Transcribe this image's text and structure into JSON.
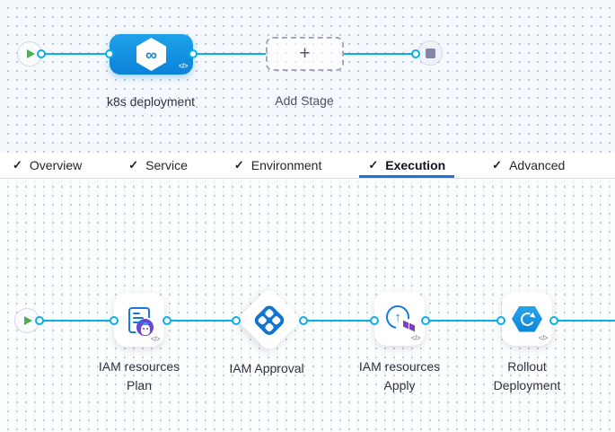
{
  "icons": {
    "check": "✓",
    "plus": "+",
    "code": "</>",
    "infinity": "∞",
    "arrow_up": "↑"
  },
  "top_pipeline": {
    "stage": {
      "label": "k8s deployment"
    },
    "add_stage": {
      "label": "Add Stage"
    }
  },
  "tabs": [
    {
      "label": "Overview",
      "active": false
    },
    {
      "label": "Service",
      "active": false
    },
    {
      "label": "Environment",
      "active": false
    },
    {
      "label": "Execution",
      "active": true
    },
    {
      "label": "Advanced",
      "active": false
    }
  ],
  "execution_flow": {
    "steps": [
      {
        "name": "plan",
        "label_line1": "IAM resources",
        "label_line2": "Plan"
      },
      {
        "name": "approval",
        "label_line1": "IAM Approval",
        "label_line2": ""
      },
      {
        "name": "apply",
        "label_line1": "IAM resources",
        "label_line2": "Apply"
      },
      {
        "name": "rollout",
        "label_line1": "Rollout",
        "label_line2": "Deployment"
      }
    ]
  },
  "colors": {
    "connector_line": "#09b0e8",
    "stage_blue": "#0d8de0",
    "tab_underline": "#1b76d6",
    "terraform_purple": "#7b42bc",
    "badge_purple": "#6b46d6",
    "play_green": "#4fae54",
    "canvas_top_bg": "#f5f9fd"
  }
}
